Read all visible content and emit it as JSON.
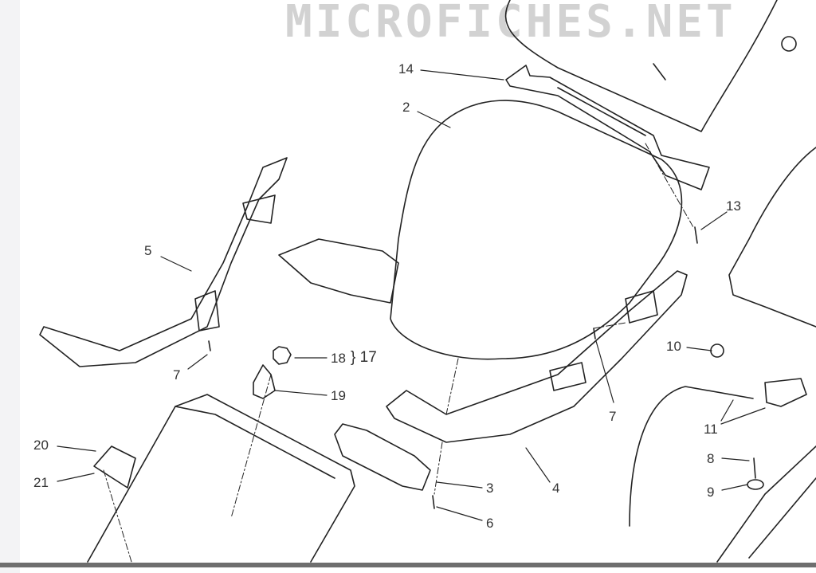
{
  "watermark": "MICROFICHES.NET",
  "callouts": [
    {
      "id": "c14",
      "text": "14"
    },
    {
      "id": "c2",
      "text": "2"
    },
    {
      "id": "c13",
      "text": "13"
    },
    {
      "id": "c5",
      "text": "5"
    },
    {
      "id": "c7a",
      "text": "7"
    },
    {
      "id": "c18",
      "text": "18"
    },
    {
      "id": "c17",
      "text": "} 17"
    },
    {
      "id": "c19",
      "text": "19"
    },
    {
      "id": "c10",
      "text": "10"
    },
    {
      "id": "c7b",
      "text": "7"
    },
    {
      "id": "c11",
      "text": "11"
    },
    {
      "id": "c20",
      "text": "20"
    },
    {
      "id": "c21",
      "text": "21"
    },
    {
      "id": "c3",
      "text": "3"
    },
    {
      "id": "c4",
      "text": "4"
    },
    {
      "id": "c8",
      "text": "8"
    },
    {
      "id": "c9",
      "text": "9"
    },
    {
      "id": "c6",
      "text": "6"
    }
  ]
}
